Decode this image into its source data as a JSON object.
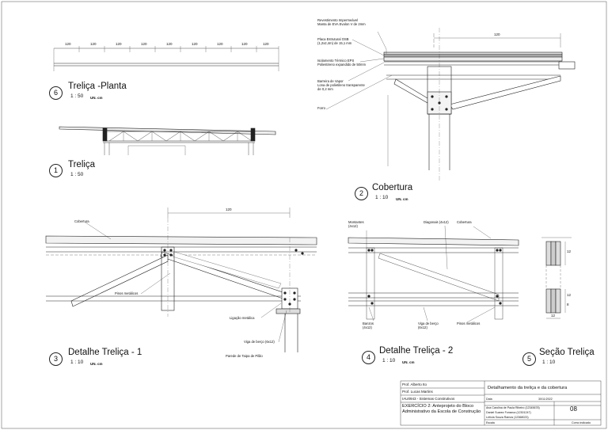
{
  "views": {
    "v6": {
      "num": "6",
      "title": "Treliça -Planta",
      "scale": "1 : 50",
      "unit": "UN. cm"
    },
    "v1": {
      "num": "1",
      "title": "Treliça",
      "scale": "1 : 50"
    },
    "v2": {
      "num": "2",
      "title": "Cobertura",
      "scale": "1 : 10",
      "unit": "UN. cm"
    },
    "v3": {
      "num": "3",
      "title": "Detalhe Treliça - 1",
      "scale": "1 : 10",
      "unit": "UN. cm"
    },
    "v4": {
      "num": "4",
      "title": "Detalhe Treliça - 2",
      "scale": "1 : 10",
      "unit": "UN. cm"
    },
    "v5": {
      "num": "5",
      "title": "Seção Treliça",
      "scale": "1 : 10"
    }
  },
  "plan_dims": [
    "120",
    "120",
    "120",
    "120",
    "120",
    "120",
    "120",
    "120",
    "120"
  ],
  "dims": {
    "cobertura": "120",
    "detalhe1": "120",
    "secao_12a": "12",
    "secao_12b": "12",
    "secao_8": "8",
    "secao_12c": "12"
  },
  "notes_v2": {
    "l1": "Revestimento Impermeável",
    "l2": "Manta de EVA Evalon V de 2mm",
    "l3": "Placa Estrutural OSB",
    "l4": "(1,2x2,4m) de 15,1 mm",
    "l5": "Isolamento Térmico EPS",
    "l6": "Poliestireno expandido de 50mm",
    "l7": "Barreira de Vapor",
    "l8": "Lona de polietileno transparente",
    "l9": "de 0,2 mm",
    "l10": "Forro"
  },
  "notes_v3": {
    "cobertura": "Cobertura",
    "pinos": "Pinos metálicos",
    "ligacao": "Ligação metálica",
    "viga": "Viga de berço (6x12)",
    "parede": "Parede de Taipa de Pilão"
  },
  "notes_v4": {
    "montantes1": "Montantes",
    "montantes2": "(4x12)",
    "diagonais": "Diagonais (4x12)",
    "cobertura": "Cobertura",
    "banzos1": "Banzos",
    "banzos2": "(4x12)",
    "viga1": "Viga de berço",
    "viga2": "(6x12)",
    "pinos": "Pinos metálicos"
  },
  "titleblock": {
    "prof1": "Prof. Alberto Ito",
    "prof2": "Prof. Lucas Martins",
    "course": "IAU0943 - Sistemas Construtivos",
    "exercise1": "EXERCÍCIO 2: Anteprojeto do Bloco",
    "exercise2": "Administrativo da Escola de Construção",
    "sheet_title": "Detalhamento da treliça e da cobertura",
    "date_label": "Data",
    "date_value": "30/11/2022",
    "student1": "Ana Carolina de Paula Ribeiro (12345678)",
    "student2": "Daniel Suarez Fonseca (12301247)",
    "student3": "Letícia Souza Ramos (12368023)",
    "sheet_number": "08",
    "scale_label": "Escala",
    "scale_value": "Como indicado"
  }
}
